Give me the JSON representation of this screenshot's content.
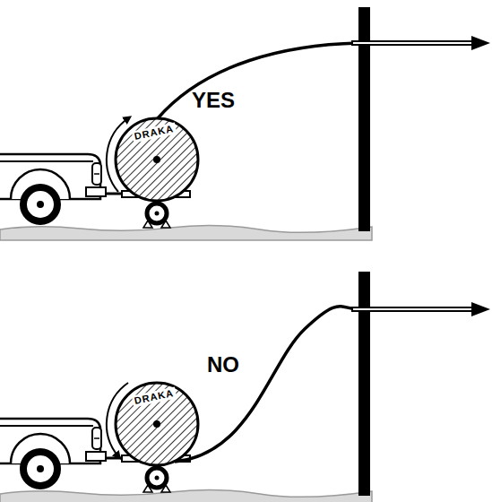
{
  "diagram": {
    "labels": [
      "YES",
      "DRAKA",
      "NO",
      "DRAKA"
    ]
  }
}
